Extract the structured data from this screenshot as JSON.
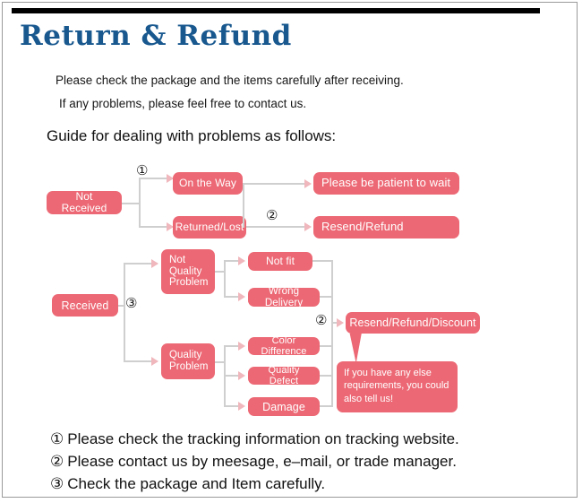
{
  "document": {
    "title": "Return & Refund",
    "intro": [
      "Please check the package and the items carefully after receiving.",
      "If any problems, please feel free to contact us."
    ],
    "guide_heading": "Guide for dealing with problems as follows:"
  },
  "colors": {
    "title_blue": "#18588f",
    "node_pink": "#ec6874",
    "connector_grey": "#cfcfcf",
    "arrow_pink": "#f0b7bc",
    "rule_black": "#000000",
    "frame_grey": "#9a9a9a"
  },
  "flowchart": {
    "nodes": {
      "not_received": "Not Received",
      "on_the_way": "On the Way",
      "returned_lost": "Returned/Lost",
      "please_be_patient": "Please be patient to wait",
      "resend_refund": "Resend/Refund",
      "received": "Received",
      "not_quality_problem": "Not\nQuality\nProblem",
      "not_quality_problem_lines": [
        "Not",
        "Quality",
        "Problem"
      ],
      "quality_problem_lines": [
        "Quality",
        "Problem"
      ],
      "not_fit": "Not fit",
      "wrong_delivery": "Wrong Delivery",
      "color_difference": "Color Difference",
      "quality_defect": "Quality Defect",
      "damage": "Damage",
      "resend_refund_discount": "Resend/Refund/Discount"
    },
    "markers": {
      "one": "①",
      "two_top": "②",
      "two_right": "②",
      "three": "③"
    },
    "callout": {
      "lines": [
        "If you have any else",
        "requirements, you could",
        "also tell us!"
      ]
    }
  },
  "notes": [
    {
      "num": "①",
      "text": "Please check the tracking information on tracking website."
    },
    {
      "num": "②",
      "text": "Please contact us by meesage, e–mail, or trade manager."
    },
    {
      "num": "③",
      "text": "Check the package and Item carefully."
    }
  ]
}
